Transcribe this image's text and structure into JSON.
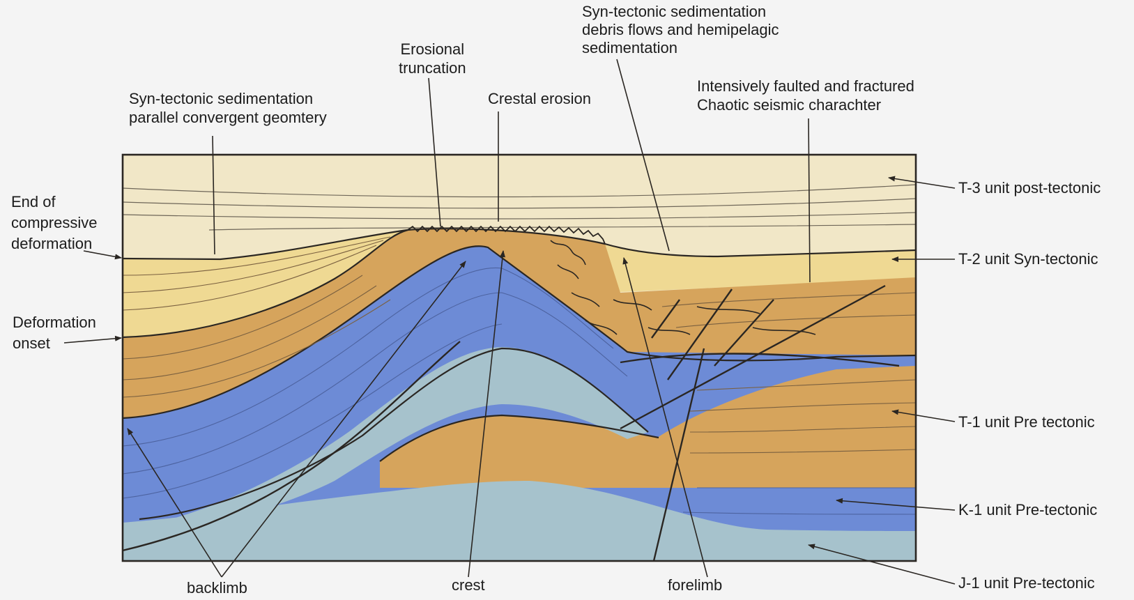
{
  "colors": {
    "post_tectonic": "#f1e7c7",
    "syn_tectonic": "#efd993",
    "pre_tectonic_t1": "#d6a45c",
    "k1": "#6d8bd6",
    "light_blue": "#a6c2cc",
    "line": "#2a2622"
  },
  "units": [
    {
      "label": "T-3 unit post-tectonic"
    },
    {
      "label": "T-2 unit Syn-tectonic"
    },
    {
      "label": "T-1 unit Pre tectonic"
    },
    {
      "label": "K-1 unit Pre-tectonic"
    },
    {
      "label": "J-1 unit Pre-tectonic"
    }
  ],
  "annotations": {
    "syn_parallel": [
      "Syn-tectonic sedimentation",
      "parallel convergent geomtery"
    ],
    "erosional_truncation": [
      "Erosional",
      "truncation"
    ],
    "crestal_erosion": "Crestal erosion",
    "syn_debris": [
      "Syn-tectonic sedimentation",
      "debris flows and hemipelagic",
      "sedimentation"
    ],
    "faulted": [
      "Intensively faulted and fractured",
      "Chaotic seismic charachter"
    ],
    "end_compressive": [
      "End of",
      "compressive",
      "deformation"
    ],
    "deformation_onset": [
      "Deformation",
      "onset"
    ]
  },
  "bottom_labels": {
    "backlimb": "backlimb",
    "crest": "crest",
    "forelimb": "forelimb"
  }
}
